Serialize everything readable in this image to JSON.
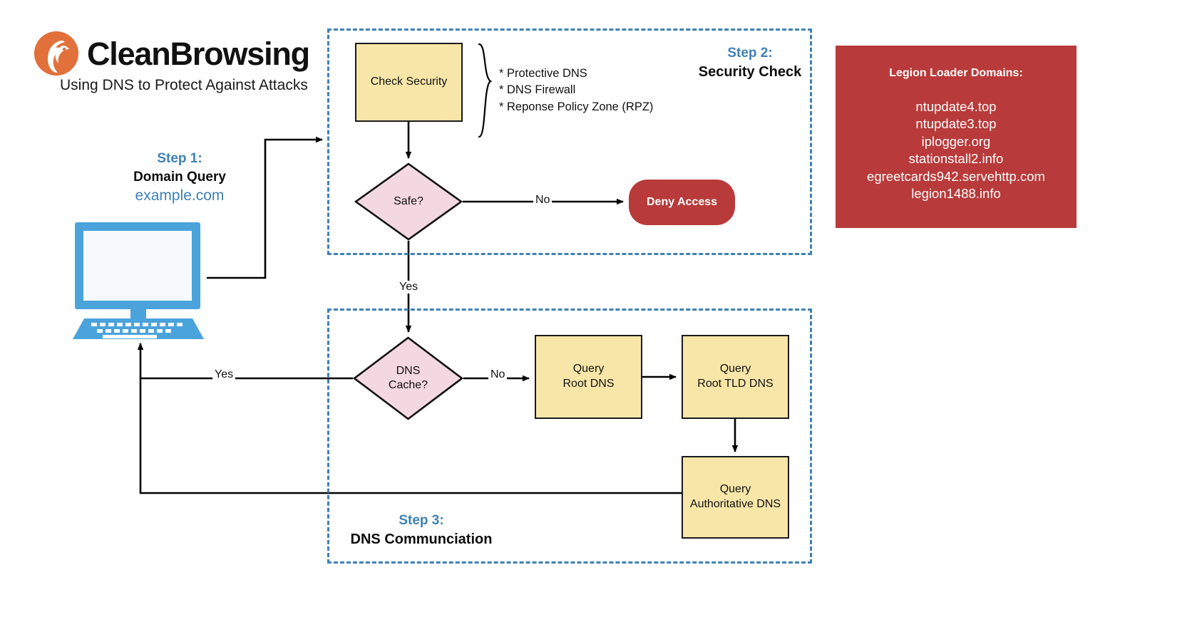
{
  "brand": {
    "name": "CleanBrowsing",
    "tagline": "Using DNS to Protect Against Attacks",
    "logo_icon": "fox-head-circle-icon",
    "accent_orange": "#E1703A",
    "accent_blue": "#3E81B5",
    "danger_red": "#B83A3A",
    "process_yellow": "#F8E6A9",
    "decision_pink": "#F3D7E1"
  },
  "steps": {
    "step1": {
      "number": "Step 1:",
      "title": "Domain Query",
      "domain": "example.com",
      "device_icon": "desktop-computer-icon"
    },
    "step2": {
      "number": "Step 2:",
      "title": "Security Check"
    },
    "step3": {
      "number": "Step 3:",
      "title": "DNS Communciation"
    }
  },
  "nodes": {
    "check_security": "Check Security",
    "safe_decision": "Safe?",
    "deny_access": "Deny Access",
    "dns_cache_decision": "DNS\nCache?",
    "query_root": "Query\nRoot DNS",
    "query_tld": "Query\nRoot TLD DNS",
    "query_auth": "Query\nAuthoritative DNS"
  },
  "security_notes": "* Protective DNS\n* DNS Firewall\n* Reponse Policy Zone (RPZ)",
  "edge_labels": {
    "safe_no": "No",
    "safe_yes": "Yes",
    "cache_no": "No",
    "cache_yes": "Yes"
  },
  "legion_panel": {
    "title": "Legion Loader Domains:",
    "domains": [
      "ntupdate4.top",
      "ntupdate3.top",
      "iplogger.org",
      "stationstall2.info",
      "egreetcards942.servehttp.com",
      "legion1488.info"
    ]
  }
}
